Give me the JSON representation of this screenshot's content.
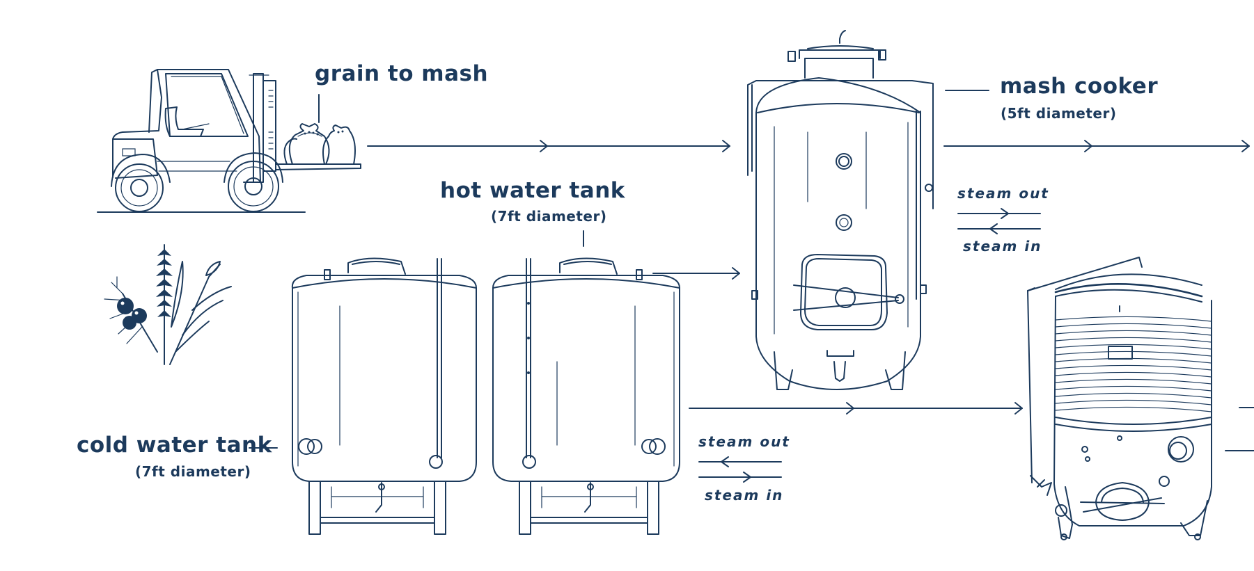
{
  "labels": {
    "grain_to_mash": "grain to mash",
    "mash_cooker": "mash cooker",
    "mash_cooker_diameter": "(5ft diameter)",
    "hot_water_tank": "hot water tank",
    "hot_water_tank_diameter": "(7ft diameter)",
    "cold_water_tank": "cold water tank",
    "cold_water_tank_diameter": "(7ft diameter)",
    "steam_out_mash": "steam out",
    "steam_in_mash": "steam in",
    "steam_out_tank": "steam out",
    "steam_in_tank": "steam in"
  },
  "icons": [
    "forklift-icon",
    "grain-sacks-icon",
    "botanicals-icon",
    "cold-water-tank-icon",
    "hot-water-tank-icon",
    "mash-cooker-icon",
    "fermenter-tank-icon",
    "arrow-icon"
  ],
  "colors": {
    "ink": "#1c3a5c",
    "background": "#ffffff"
  }
}
